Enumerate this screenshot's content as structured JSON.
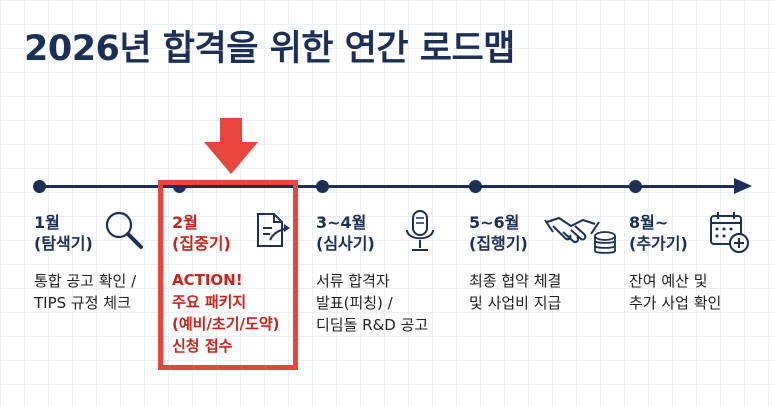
{
  "title": "2026년 합격을 위한 연간 로드맵",
  "colors": {
    "navy": "#1b2f57",
    "red": "#e8453c",
    "red_text": "#c8241b"
  },
  "phases": [
    {
      "month": "1월",
      "stage": "(탐색기)",
      "icon": "magnifier-icon",
      "desc": [
        "통합 공고 확인 /",
        "TIPS 규정 체크"
      ]
    },
    {
      "month": "2월",
      "stage": "(집중기)",
      "icon": "document-pen-icon",
      "action": [
        "ACTION!",
        "주요 패키지",
        "(예비/초기/도약)",
        "신청 접수"
      ]
    },
    {
      "month": "3~4월",
      "stage": "(심사기)",
      "icon": "microphone-icon",
      "desc": [
        "서류 합격자",
        "발표(피칭) /",
        "디딤돌 R&D 공고"
      ]
    },
    {
      "month": "5~6월",
      "stage": "(집행기)",
      "icon": "handshake-coins-icon",
      "desc": [
        "최종 협약 체결",
        "및 사업비 지급"
      ]
    },
    {
      "month": "8월~",
      "stage": "(추가기)",
      "icon": "calendar-plus-icon",
      "desc": [
        "잔여 예산 및",
        "추가 사업 확인"
      ]
    }
  ]
}
